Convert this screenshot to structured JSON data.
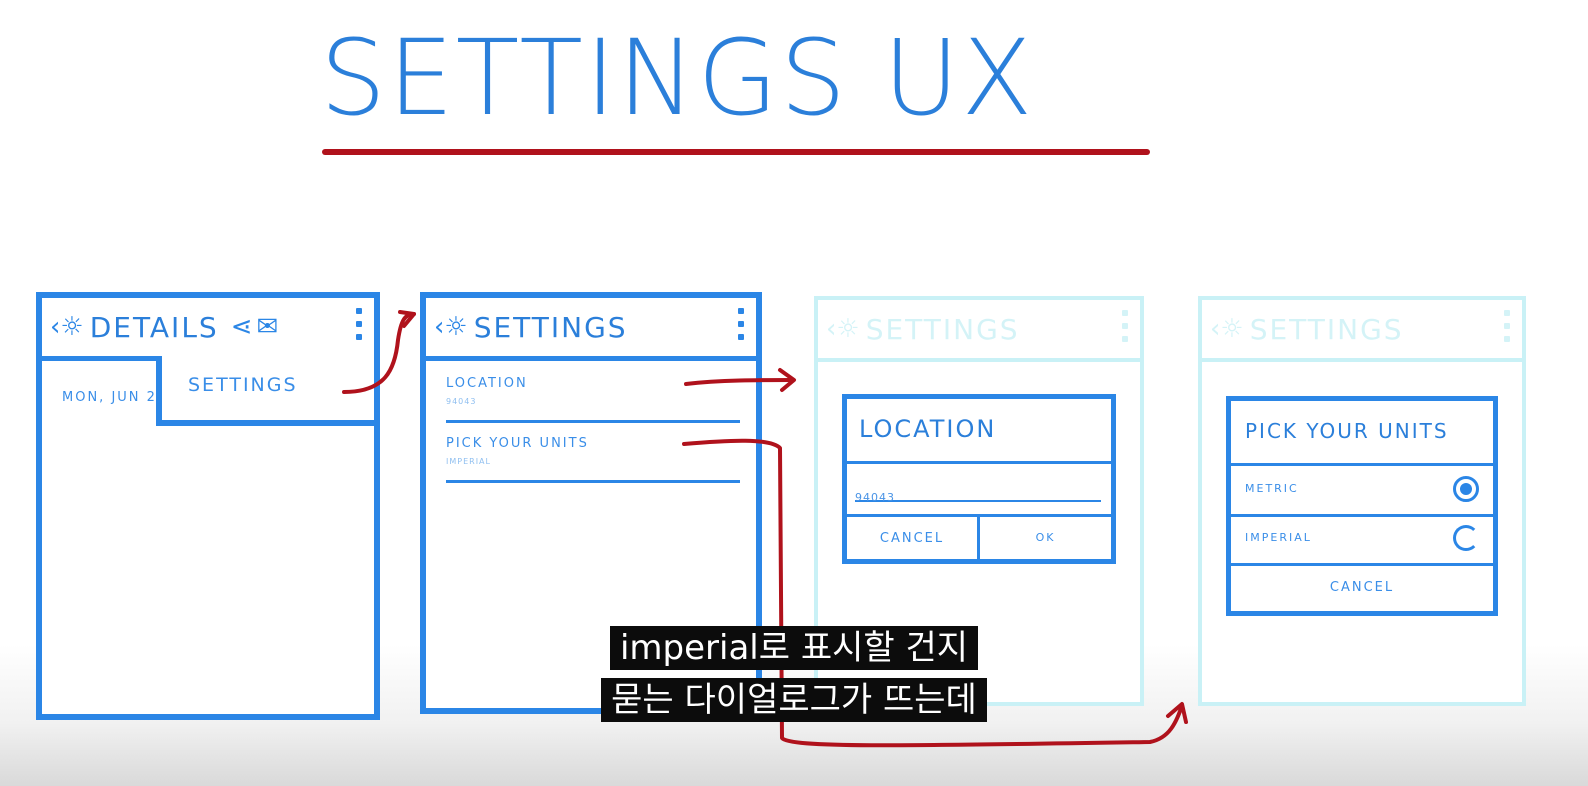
{
  "title": "SETTINGS UX",
  "panel1": {
    "title": "DETAILS",
    "date_text": "MON, JUN 2",
    "menu_item": "SETTINGS"
  },
  "panel2": {
    "title": "SETTINGS",
    "items": [
      {
        "label": "LOCATION",
        "value": "94043"
      },
      {
        "label": "PICK YOUR UNITS",
        "value": "IMPERIAL"
      }
    ]
  },
  "panel3": {
    "title": "SETTINGS",
    "dialog": {
      "title": "LOCATION",
      "input_value": "94043",
      "cancel": "CANCEL",
      "ok": "OK"
    }
  },
  "panel4": {
    "title": "SETTINGS",
    "dialog": {
      "title": "PICK YOUR UNITS",
      "options": [
        "METRIC",
        "IMPERIAL"
      ],
      "selected": "METRIC",
      "cancel": "CANCEL"
    }
  },
  "subtitles": [
    "imperial로 표시할 건지",
    "묻는 다이얼로그가 뜨는데"
  ],
  "colors": {
    "ink_blue": "#2b86e6",
    "faded_blue": "#c9f1f6",
    "arrow_red": "#b0121c"
  }
}
